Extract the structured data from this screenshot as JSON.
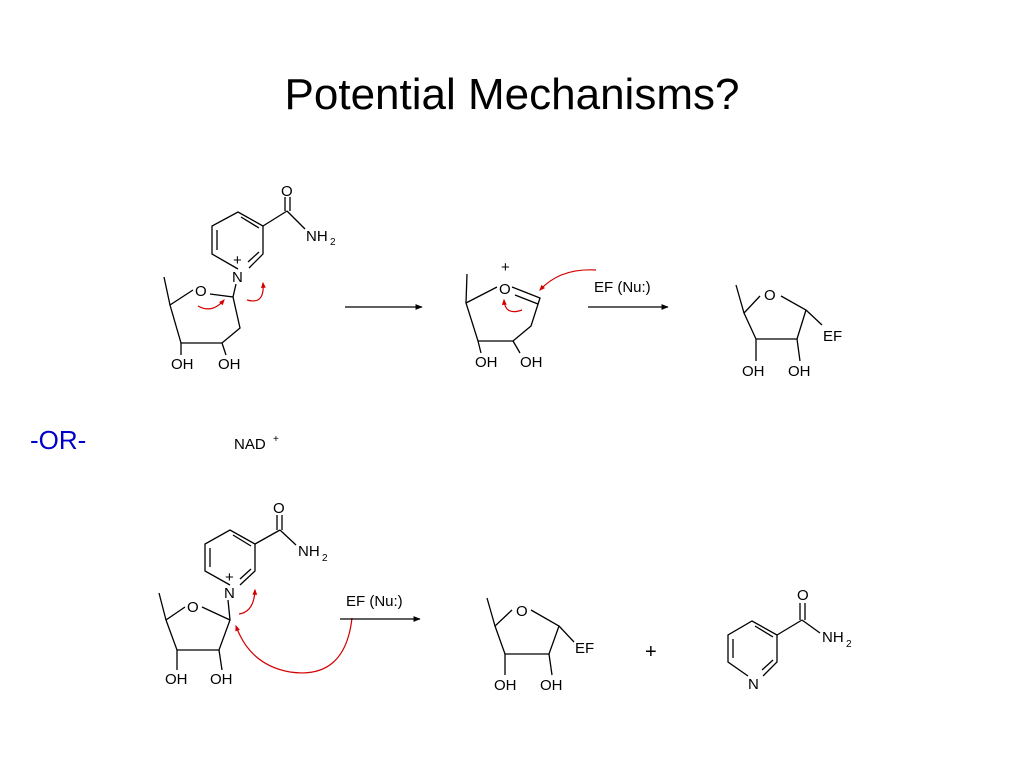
{
  "slide": {
    "title": "Potential Mechanisms?",
    "separator": "-OR-",
    "accent_color": "#0000cc",
    "mechanism_arrow_color": "#d40000"
  },
  "labels": {
    "oxygen": "O",
    "nitrogen": "N",
    "hydroxyl": "OH",
    "amide_nh": "NH",
    "amide_sub": "2",
    "plus": "+",
    "nucleophile": "EF (Nu:)",
    "product_group": "EF",
    "molecule_name": "NAD",
    "molecule_charge": "+"
  }
}
